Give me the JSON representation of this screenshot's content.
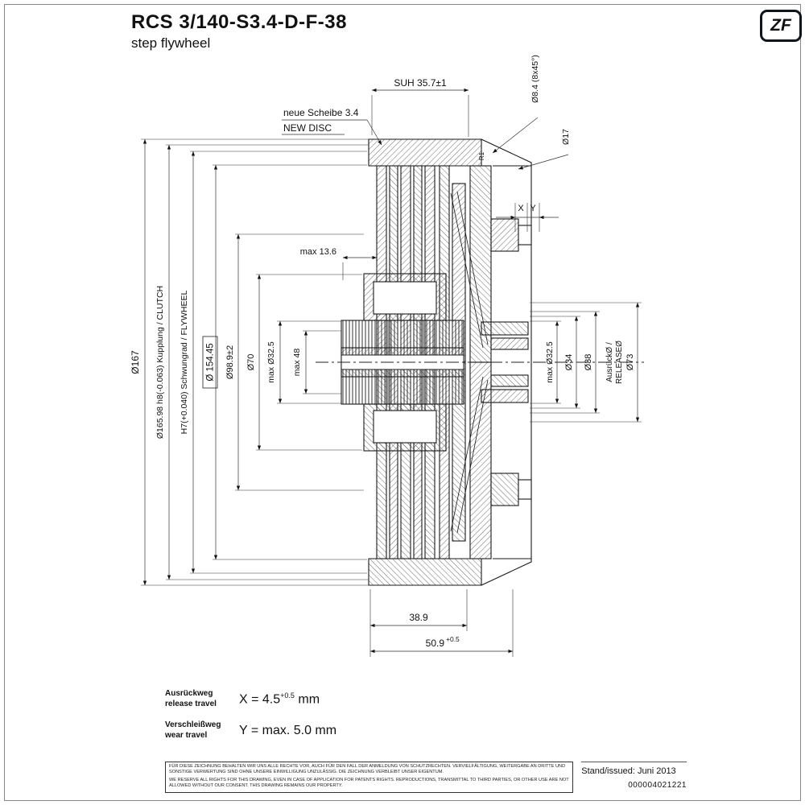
{
  "page": {
    "title": "RCS 3/140-S3.4-D-F-38",
    "subtitle": "step flywheel",
    "logo_text": "ZF"
  },
  "callouts": {
    "suh": "SUH 35.7±1",
    "new_disc_de": "neue Scheibe 3.4",
    "new_disc_en": "NEW DISC",
    "bolt_circle": "Ø8.4 (8x45°)",
    "d17": "Ø17",
    "r1": "R1",
    "x": "X",
    "y": "Y",
    "max_13_6": "max 13.6",
    "d167": "Ø167",
    "d165_98": "Ø165.98 h8(-0.063) Kupplung / CLUTCH",
    "h7_flywheel": "H7(+0.040) Schwungrad / FLYWHEEL",
    "d154_45": "Ø 154.45",
    "d98_9": "Ø98.9±2",
    "d70": "Ø70",
    "max_d32_5_left": "max Ø32.5",
    "max_48": "max 48",
    "max_d32_5_right": "max Ø32.5",
    "d34": "Ø34",
    "d38": "Ø38",
    "release_line1": "AusrückØ /",
    "release_line2": "RELEASEØ",
    "d73": "Ø73",
    "w38_9": "38.9",
    "w50_9": "50.9",
    "w50_9_tol": "+0.5"
  },
  "specs": {
    "release_travel_de": "Ausrückweg",
    "release_travel_en": "release travel",
    "release_value": "X = 4.5",
    "release_tol": "+0.5",
    "release_unit": "mm",
    "wear_travel_de": "Verschleißweg",
    "wear_travel_en": "wear travel",
    "wear_value": "Y = max. 5.0 mm"
  },
  "footer": {
    "legal_de": "FÜR DIESE ZEICHNUNG BEHALTEN WIR UNS ALLE RECHTE VOR, AUCH FÜR DEN FALL DER ANMELDUNG VON SCHUTZRECHTEN. VERVIELFÄLTIGUNG, WEITERGABE AN DRITTE UND SONSTIGE VERWERTUNG SIND OHNE UNSERE EINWILLIGUNG UNZULÄSSIG. DIE ZEICHNUNG VERBLEIBT UNSER EIGENTUM.",
    "legal_en": "WE RESERVE ALL RIGHTS FOR THIS DRAWING, EVEN IN CASE OF APPLICATION FOR PATENTS RIGHTS. REPRODUCTIONS, TRANSMITTAL TO THIRD PARTIES, OR OTHER USE ARE NOT ALLOWED WITHOUT OUR CONSENT. THIS DRAWING REMAINS OUR PROPERTY.",
    "issued_label": "Stand/issued:",
    "issued_value": "Juni 2013",
    "doc_number": "000004021221"
  }
}
